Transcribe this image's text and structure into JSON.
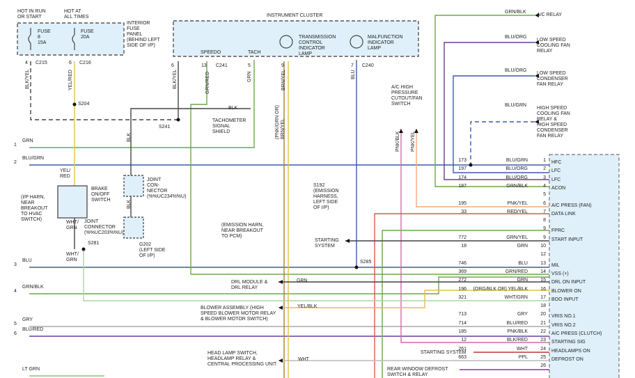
{
  "boxes": {
    "hot_in_run": "HOT IN RUN\nOR START",
    "hot_at_all": "HOT AT\nALL TIMES",
    "fuse_8": "FUSE\n8\n15A",
    "fuse_20": "FUSE\n20A",
    "interior_fuse_panel": "INTERIOR\nFUSE\nPANEL\n(BEHIND LEFT\nSIDE OF I/P)",
    "instrument_cluster": "INSTRUMENT CLUSTER",
    "speedo": "SPEEDO",
    "tach": "TACH",
    "tcil": "TRANSMISSION\nCONTROL\nINDICATOR\nLAMP",
    "mil": "MALFUNCTION\nINDICATOR\nLAMP"
  },
  "connectors": {
    "c215": "C215",
    "c216": "C216",
    "c241": "C241",
    "c240": "C240",
    "pin4": "4",
    "pin6": "6",
    "pin6b": "6",
    "pin13": "13",
    "pin5": "5",
    "pin9": "9",
    "pin7": "7"
  },
  "wire_labels": {
    "blk_yel_1": "BLK/YEL",
    "yel_red_1": "YEL/RED",
    "blk_yel_2": "BLK/YEL",
    "grn_red": "GRN/RED",
    "grn": "GRN",
    "brn_yel": "BRN/YEL",
    "blu": "BLU",
    "blk_1": "BLK",
    "blk_2": "BLK",
    "blk_3": "BLK",
    "pnk_blk": "PNK/BLK",
    "pnk_yel": "PNK/YEL",
    "pnk_alt": "(PNK/GRN OR)\nBRN/YEL",
    "yel_red_2": "YEL/\nRED",
    "wht_grn_1": "WHT/\nGRN",
    "wht_grn_2": "WHT/\nGRN",
    "grn_mid": "GRN",
    "yel_blk": "YEL/BLK",
    "wht": "WHT"
  },
  "splices": {
    "s204": "S204",
    "s241": "S241",
    "s281": "S281",
    "s285": "S285",
    "s192": "S192",
    "s192_desc": "(EMISSION\nHARNESS,\nLEFT SIDE\nOF I/P)"
  },
  "components": {
    "tach_shield": "TACHOMETER\nSIGNAL\nSHIELD",
    "brake_switch": "BRAKE\nON/OFF\nSWITCH",
    "ip_harn": "(I/P HARN,\nNEAR\nBREAKOUT\nTO HVAC\nSWITCH)",
    "joint_connector_1": "JOINT\nCON-\nNECTOR\n(%%UC234%%U)",
    "joint_connector_2": "JOINT\nCONNECTOR\n(%%UC203%%U)",
    "g202": "G202\n(LEFT SIDE\nOF I/P)",
    "emission_harn": "(EMISSION HARN,\nNEAR BREAKOUT\nTO PCM)",
    "starting_system": "STARTING\nSYSTEM",
    "ac_pressure": "A/C HIGH\nPRESSURE\nCUTOUT/FAN\nSWITCH",
    "drl": "DRL MODULE &\nDRL RELAY",
    "blower_assembly": "BLOWER ASSEMBLY (HIGH\nSPEED BLOWER MOTOR RELAY\n& BLOWER MOTOR SWITCH)",
    "headlamp": "HEAD LAMP SWITCH,\nHEADLAMP RELAY &\nCENTRAL PROCESSING UNIT",
    "starting_system_2": "STARTING SYSTEM",
    "rear_defrost": "REAR WINDOW DEFROST\nSWITCH & RELAY"
  },
  "relays": [
    {
      "wire": "GRN/BLK",
      "label": "A/C RELAY"
    },
    {
      "wire": "BLU/ORG",
      "label": "LOW SPEED\nCOOLING FAN\nRELAY"
    },
    {
      "wire": "BLU/ORG",
      "label": "LOW SPEED\nCONDENSER\nFAN RELAY"
    },
    {
      "wire": "BLU/GRN",
      "label": "HIGH SPEED\nCOOLING FAN\nRELAY &\nHIGH SPEED\nCONDENSER\nFAN RELAY"
    }
  ],
  "left_terminals": [
    {
      "num": "1",
      "wire": "GRN"
    },
    {
      "num": "2",
      "wire": "BLU/GRN"
    },
    {
      "num": "3",
      "wire": "BLU"
    },
    {
      "num": "4",
      "wire": "GRN/BLK"
    },
    {
      "num": "5",
      "wire": "GRY"
    },
    {
      "num": "6",
      "wire": "BLU/RED"
    },
    {
      "num": "",
      "wire": "LT GRN"
    }
  ],
  "pcm_pins": [
    {
      "circuit": "173",
      "wire": "BLU/GRN",
      "pin": "1",
      "func": "HFC"
    },
    {
      "circuit": "197",
      "wire": "BLU/ORG",
      "pin": "2",
      "func": "LFC"
    },
    {
      "circuit": "174",
      "wire": "BLU/ORG",
      "pin": "3",
      "func": "LFC"
    },
    {
      "circuit": "187",
      "wire": "GRN/BLK",
      "pin": "4",
      "func": "ACON"
    },
    {
      "circuit": "",
      "wire": "",
      "pin": "5",
      "func": ""
    },
    {
      "circuit": "195",
      "wire": "PNK/YEL",
      "pin": "6",
      "func": "A/C PRESS (FAN)"
    },
    {
      "circuit": "33",
      "wire": "RED/YEL",
      "pin": "7",
      "func": "DATA LINK"
    },
    {
      "circuit": "",
      "wire": "",
      "pin": "8",
      "func": ""
    },
    {
      "circuit": "",
      "wire": "",
      "pin": "9",
      "func": "FPRC"
    },
    {
      "circuit": "772",
      "wire": "GRN/YEL",
      "pin": "9",
      "func": "START INPUT"
    },
    {
      "circuit": "18",
      "wire": "GRN",
      "pin": "10",
      "func": ""
    },
    {
      "circuit": "",
      "wire": "",
      "pin": "12",
      "func": ""
    },
    {
      "circuit": "746",
      "wire": "BLU",
      "pin": "13",
      "func": "MIL"
    },
    {
      "circuit": "369",
      "wire": "GRN/RED",
      "pin": "14",
      "func": "VSS (+)"
    },
    {
      "circuit": "272",
      "wire": "GRN",
      "pin": "15",
      "func": "DRL ON INPUT"
    },
    {
      "circuit": "196",
      "wire": "(ORG/BLK OR) YEL/BLK",
      "pin": "16",
      "func": "BLOWER ON"
    },
    {
      "circuit": "321",
      "wire": "WHT/GRN",
      "pin": "17",
      "func": "BOO INPUT"
    },
    {
      "circuit": "",
      "wire": "",
      "pin": "18",
      "func": ""
    },
    {
      "circuit": "713",
      "wire": "GRY",
      "pin": "20",
      "func": "VRIS NO.1"
    },
    {
      "circuit": "714",
      "wire": "BLU/RED",
      "pin": "21",
      "func": "VRIS NO.2"
    },
    {
      "circuit": "185",
      "wire": "PNK/BLK",
      "pin": "22",
      "func": "A/C PRESS (CLUTCH)"
    },
    {
      "circuit": "12",
      "wire": "BLK/RED",
      "pin": "23",
      "func": "STARTING SIG"
    },
    {
      "circuit": "261",
      "wire": "WHT",
      "pin": "24",
      "func": "HEADLAMPS ON"
    },
    {
      "circuit": "663",
      "wire": "PPL",
      "pin": "25",
      "func": "DEFROST ON"
    },
    {
      "circuit": "",
      "wire": "",
      "pin": "26",
      "func": ""
    }
  ]
}
